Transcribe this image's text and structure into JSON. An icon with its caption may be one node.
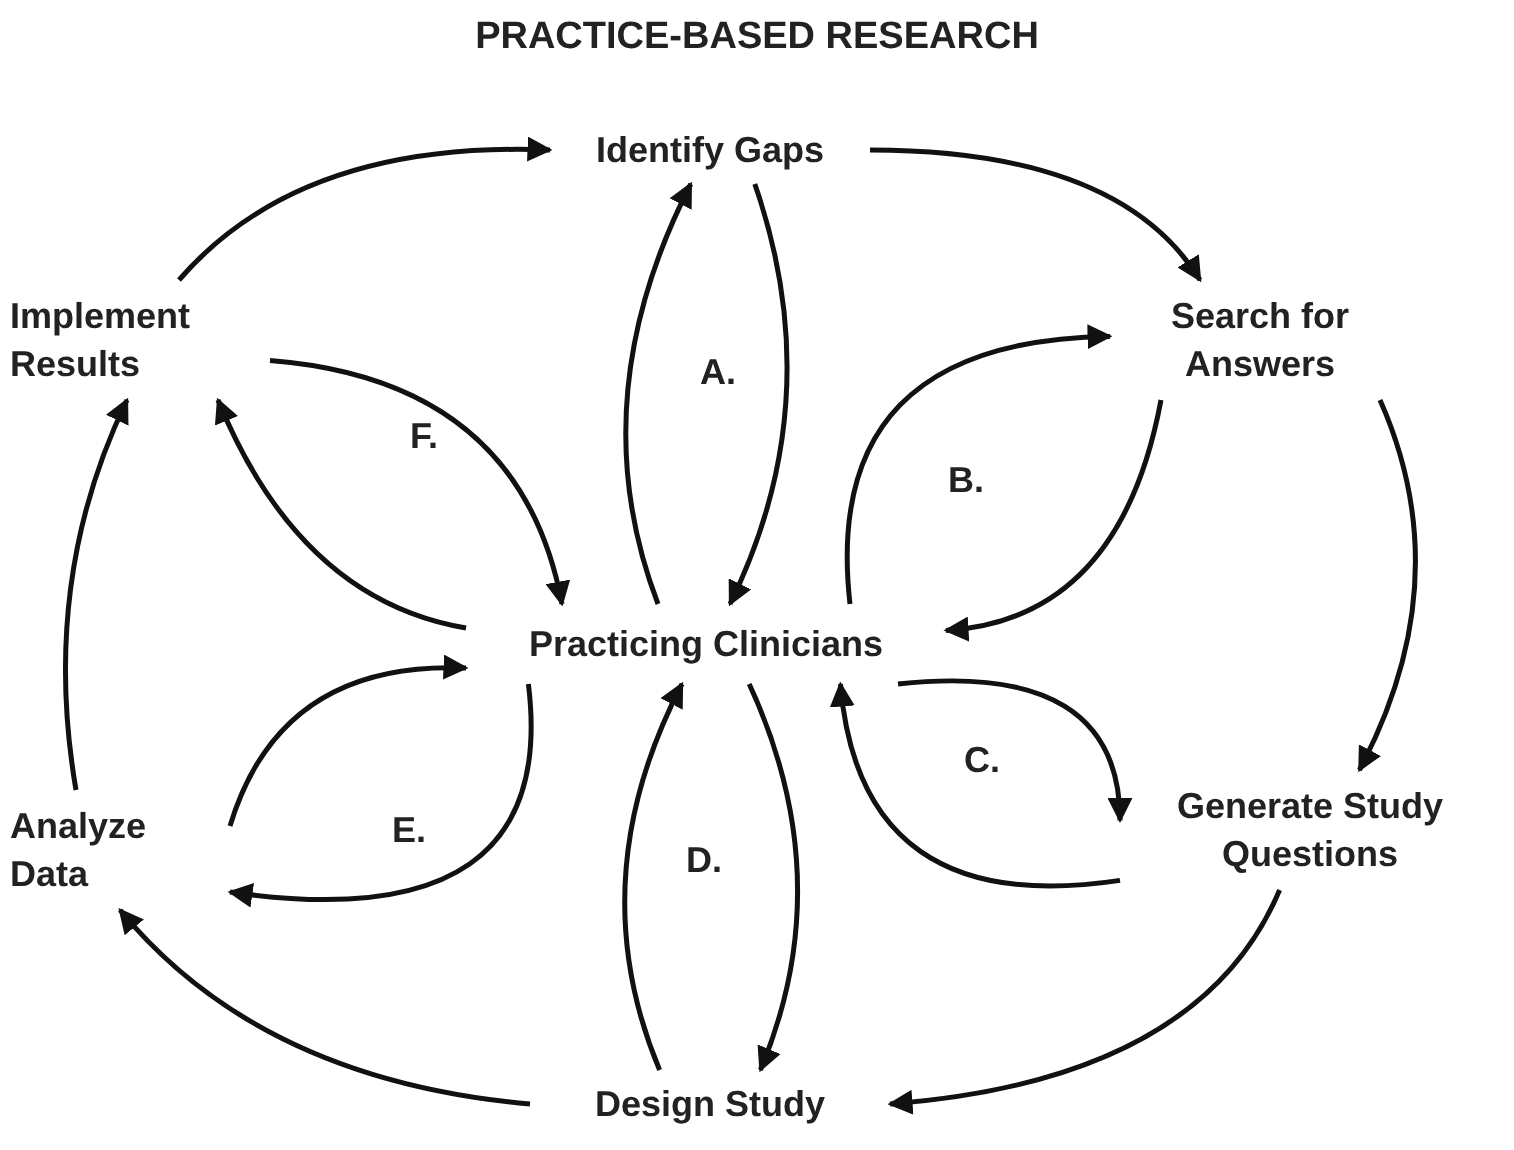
{
  "diagram": {
    "title": "PRACTICE-BASED RESEARCH",
    "nodes": [
      {
        "text": [
          "Practicing Clinicians"
        ]
      },
      {
        "text": [
          "Identify Gaps"
        ]
      },
      {
        "text": [
          "Search for Answers"
        ]
      },
      {
        "text": [
          "Generate Study Questions"
        ]
      },
      {
        "text": [
          "Design Study"
        ]
      },
      {
        "text": [
          "Analyze Data"
        ]
      },
      {
        "text": [
          "Implement Results"
        ]
      }
    ],
    "edges": [
      {
        "from": 1,
        "to": 2,
        "arrow": "to"
      },
      {
        "from": 2,
        "to": 3,
        "arrow": "to"
      },
      {
        "from": 3,
        "to": 4,
        "arrow": "to"
      },
      {
        "from": 4,
        "to": 5,
        "arrow": "to"
      },
      {
        "from": 5,
        "to": 6,
        "arrow": "to"
      },
      {
        "from": 6,
        "to": 1,
        "arrow": "to"
      },
      {
        "from": 0,
        "to": 1,
        "arrow": "to"
      },
      {
        "from": 1,
        "to": 0,
        "arrow": "to"
      },
      {
        "from": 0,
        "to": 2,
        "arrow": "to"
      },
      {
        "from": 2,
        "to": 0,
        "arrow": "to"
      },
      {
        "from": 0,
        "to": 3,
        "arrow": "to"
      },
      {
        "from": 3,
        "to": 0,
        "arrow": "to"
      },
      {
        "from": 0,
        "to": 4,
        "arrow": "to"
      },
      {
        "from": 4,
        "to": 0,
        "arrow": "to"
      },
      {
        "from": 0,
        "to": 5,
        "arrow": "to"
      },
      {
        "from": 5,
        "to": 0,
        "arrow": "to"
      },
      {
        "from": 6,
        "to": 0,
        "arrow": "to"
      },
      {
        "from": 0,
        "to": 6,
        "arrow": "to"
      }
    ],
    "labels": [
      "A.",
      "B.",
      "C.",
      "D.",
      "E.",
      "F."
    ]
  }
}
